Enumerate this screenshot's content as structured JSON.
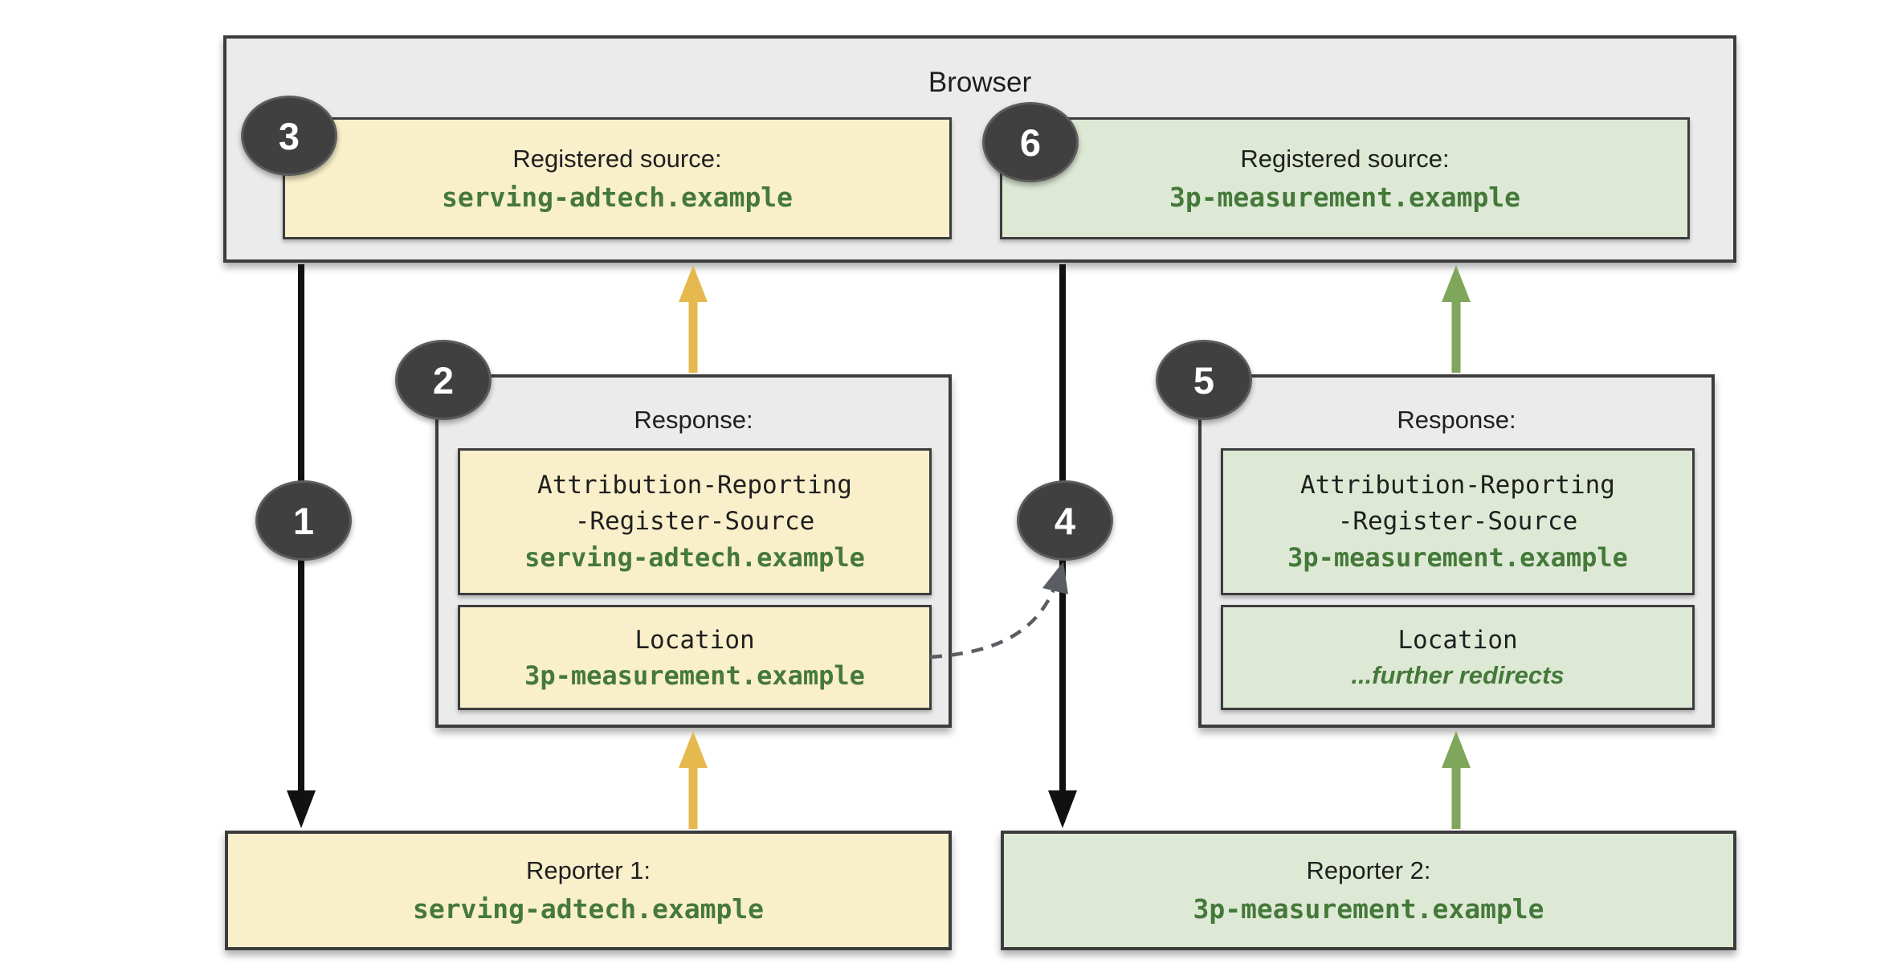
{
  "browser": {
    "title": "Browser",
    "registered_sources": [
      {
        "step": "3",
        "label": "Registered source:",
        "domain": "serving-adtech.example"
      },
      {
        "step": "6",
        "label": "Registered source:",
        "domain": "3p-measurement.example"
      }
    ]
  },
  "responses": [
    {
      "step": "2",
      "title": "Response:",
      "register_source": {
        "lines": [
          "Attribution-Reporting",
          "-Register-Source"
        ],
        "value": "serving-adtech.example"
      },
      "location": {
        "label": "Location",
        "value": "3p-measurement.example"
      }
    },
    {
      "step": "5",
      "title": "Response:",
      "register_source": {
        "lines": [
          "Attribution-Reporting",
          "-Register-Source"
        ],
        "value": "3p-measurement.example"
      },
      "location": {
        "label": "Location",
        "value": "...further redirects"
      }
    }
  ],
  "reporters": [
    {
      "step": "1",
      "label": "Reporter 1:",
      "domain": "serving-adtech.example"
    },
    {
      "step": "4",
      "label": "Reporter 2:",
      "domain": "3p-measurement.example"
    }
  ],
  "steps": [
    "1",
    "2",
    "3",
    "4",
    "5",
    "6"
  ],
  "colors": {
    "background": "#ffffff",
    "panel_gray": "#ebebeb",
    "panel_yellow": "#f9efca",
    "panel_green": "#dde9d5",
    "border_dark": "#3d3d3d",
    "domain_green": "#45793a",
    "arrow_yellow": "#e5b94e",
    "arrow_green": "#7fa65a",
    "arrow_black": "#111111",
    "arrow_dash_gray": "#5a5e62",
    "badge_fill": "#404040",
    "badge_text": "#ffffff"
  }
}
